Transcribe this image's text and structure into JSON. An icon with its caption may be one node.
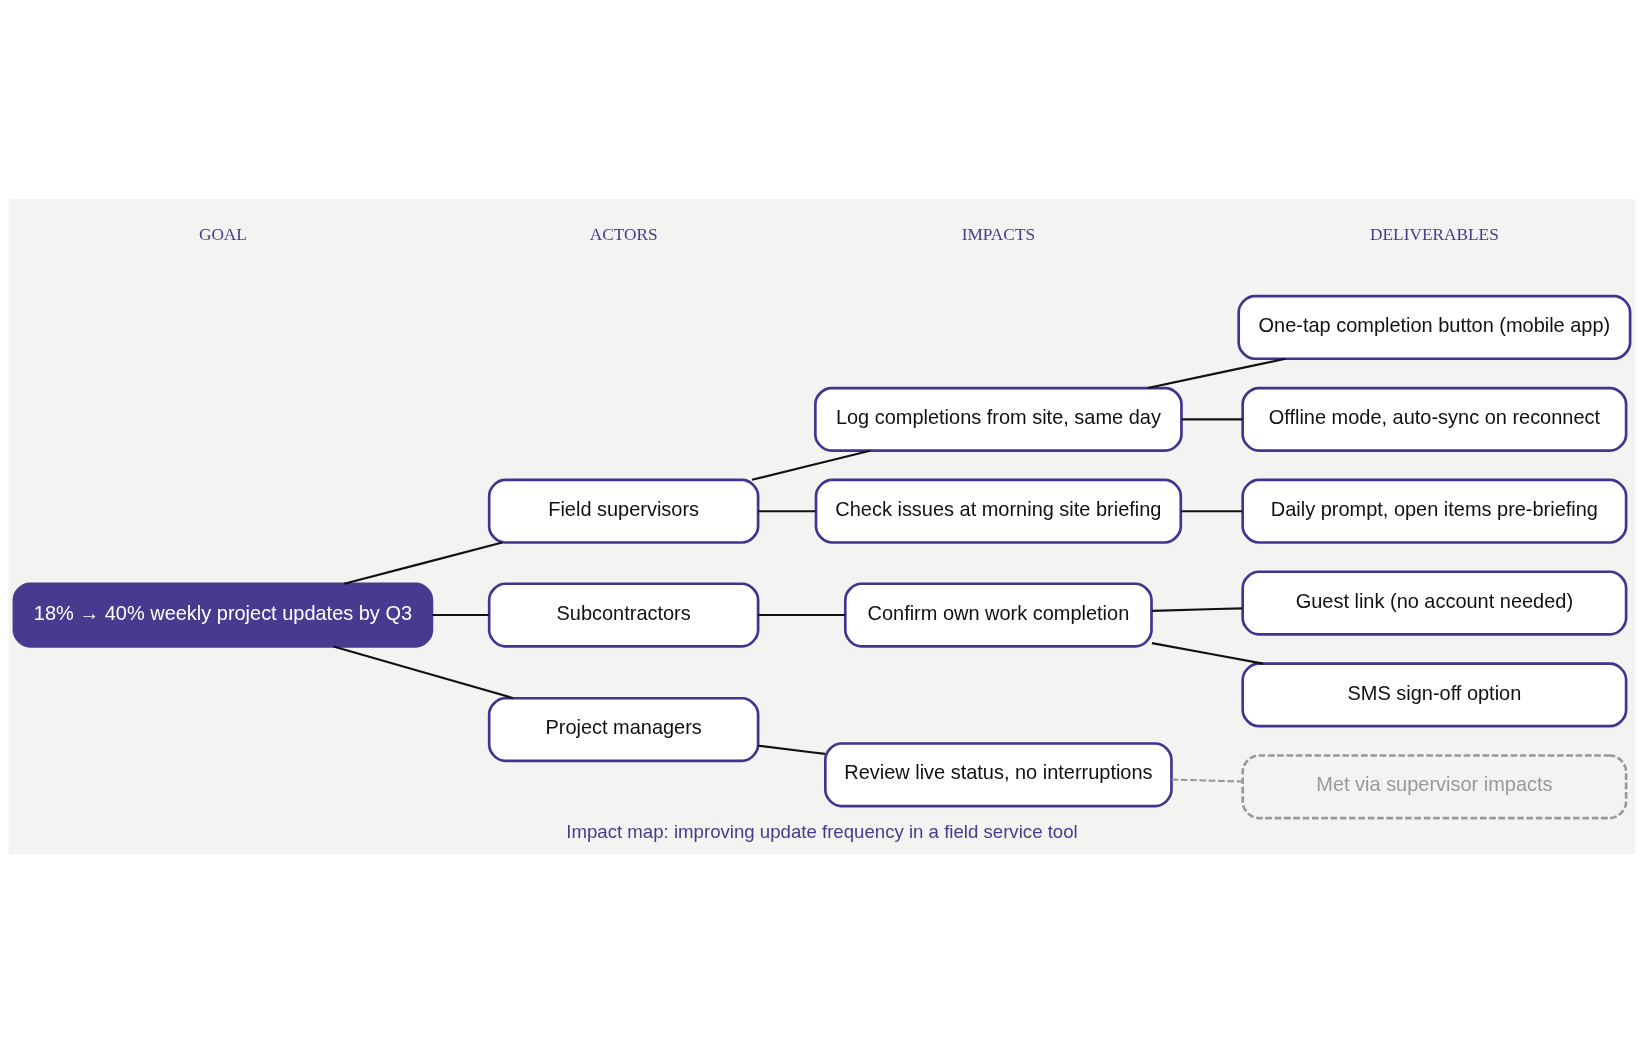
{
  "diagram": {
    "caption": "Impact map: improving update frequency in a field service tool",
    "nodes": [
      {
        "text": [
          "18% → 40% weekly project updates by Q3"
        ]
      },
      {
        "text": [
          "Field supervisors"
        ]
      },
      {
        "text": [
          "Subcontractors"
        ]
      },
      {
        "text": [
          "Project managers"
        ]
      },
      {
        "text": [
          "Log completions from site, same day"
        ]
      },
      {
        "text": [
          "Check issues at morning site briefing"
        ]
      },
      {
        "text": [
          "Confirm own work completion"
        ]
      },
      {
        "text": [
          "Review live status, no interruptions"
        ]
      },
      {
        "text": [
          "One-tap completion button (mobile app)"
        ]
      },
      {
        "text": [
          "Offline mode, auto-sync on reconnect"
        ]
      },
      {
        "text": [
          "Daily prompt, open items pre-briefing"
        ]
      },
      {
        "text": [
          "Guest link (no account needed)"
        ]
      },
      {
        "text": [
          "SMS sign-off option"
        ]
      },
      {
        "text": [
          "Met via supervisor impacts"
        ]
      }
    ],
    "edges": [
      {
        "from": 0,
        "to": 1,
        "arrow": "none"
      },
      {
        "from": 0,
        "to": 2,
        "arrow": "none"
      },
      {
        "from": 0,
        "to": 3,
        "arrow": "none"
      },
      {
        "from": 1,
        "to": 4,
        "arrow": "none"
      },
      {
        "from": 1,
        "to": 5,
        "arrow": "none"
      },
      {
        "from": 2,
        "to": 6,
        "arrow": "none"
      },
      {
        "from": 3,
        "to": 7,
        "arrow": "none"
      },
      {
        "from": 4,
        "to": 8,
        "arrow": "none"
      },
      {
        "from": 4,
        "to": 9,
        "arrow": "none"
      },
      {
        "from": 5,
        "to": 10,
        "arrow": "none"
      },
      {
        "from": 6,
        "to": 11,
        "arrow": "none"
      },
      {
        "from": 6,
        "to": 12,
        "arrow": "none"
      },
      {
        "from": 7,
        "to": 13,
        "arrow": "none",
        "style": "dashed",
        "color": "#999999"
      }
    ],
    "labels": [
      "GOAL",
      "ACTORS",
      "IMPACTS",
      "DELIVERABLES"
    ]
  }
}
